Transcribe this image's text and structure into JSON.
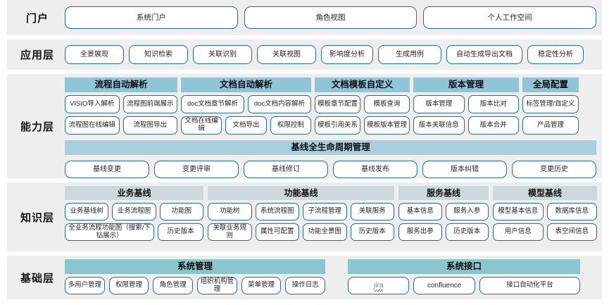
{
  "layers": [
    {
      "label": "门户",
      "items": [
        "系统门户",
        "角色视图",
        "个人工作空间"
      ]
    },
    {
      "label": "应用层",
      "items": [
        "全景展现",
        "知识检索",
        "关联识别",
        "关联视图",
        "影响度分析",
        "生成用例",
        "自动生成导出文档",
        "稳定性分析"
      ]
    },
    {
      "label": "能力层",
      "columns": [
        {
          "head": "流程自动解析",
          "row1": [
            "VISIO导入解析",
            "流程图前端展示"
          ],
          "row2": [
            "流程图在线编辑",
            "流程图导出"
          ]
        },
        {
          "head": "文档自动解析",
          "row1": [
            "doc文档章节解析",
            "doc文档内容解析"
          ],
          "row2": [
            "文档在线编辑",
            "文档导出",
            "权限控制"
          ]
        },
        {
          "head": "文档模板自定义",
          "row1": [
            "模板章节配置",
            "模板查询"
          ],
          "row2": [
            "模板引用关系",
            "模板版本管理"
          ]
        },
        {
          "head": "版本管理",
          "row1": [
            "版本管理",
            "版本比对"
          ],
          "row2": [
            "版本关联信息",
            "版本合并"
          ]
        },
        {
          "head": "全局配置",
          "row1": [
            "标签管理/自定义"
          ],
          "row2": [
            "产品管理"
          ]
        }
      ],
      "lifecycle": {
        "head": "基线全生命周期管理",
        "items": [
          "基线变更",
          "变更评审",
          "基线修订",
          "基线发布",
          "版本纠错",
          "变更历史"
        ]
      }
    },
    {
      "label": "知识层",
      "columns": [
        {
          "head": "业务基线",
          "row1": [
            "业务基线树",
            "业务流程图",
            "功能图"
          ],
          "row2": [
            "全业务流程功能图（搜索/下钻展示）",
            "历史版本"
          ]
        },
        {
          "head": "功能基线",
          "row1": [
            "功能树",
            "系统流程图",
            "子流程管理",
            "关联服务"
          ],
          "row2": [
            "关联业务规则",
            "属性可配置",
            "功能全景图",
            "历史版本"
          ]
        },
        {
          "head": "服务基线",
          "row1": [
            "基本信息",
            "服务入参"
          ],
          "row2": [
            "服务出参",
            "历史版本"
          ]
        },
        {
          "head": "模型基线",
          "row1": [
            "模型基本信息",
            "数据库信息"
          ],
          "row2": [
            "用户信息",
            "表空间信息"
          ]
        }
      ]
    },
    {
      "label": "基础层",
      "columns": [
        {
          "head": "系统管理",
          "row1": [
            "多用户管理",
            "权限管理",
            "角色管理",
            "组织机构管理",
            "菜单管理",
            "操作日志"
          ]
        },
        {
          "head": "系统接口",
          "row1": [
            "jira",
            "confluence",
            "接口自动化平台"
          ]
        }
      ]
    }
  ],
  "colors": {
    "band_bg": "#eeeeee",
    "pill_border": "#2c6a8a",
    "capability_head": "#92c4d8",
    "lifecycle_head": "#a9cfdf",
    "knowledge_head": "#ccd8dc",
    "foundation_head": "#8ac6cb"
  }
}
